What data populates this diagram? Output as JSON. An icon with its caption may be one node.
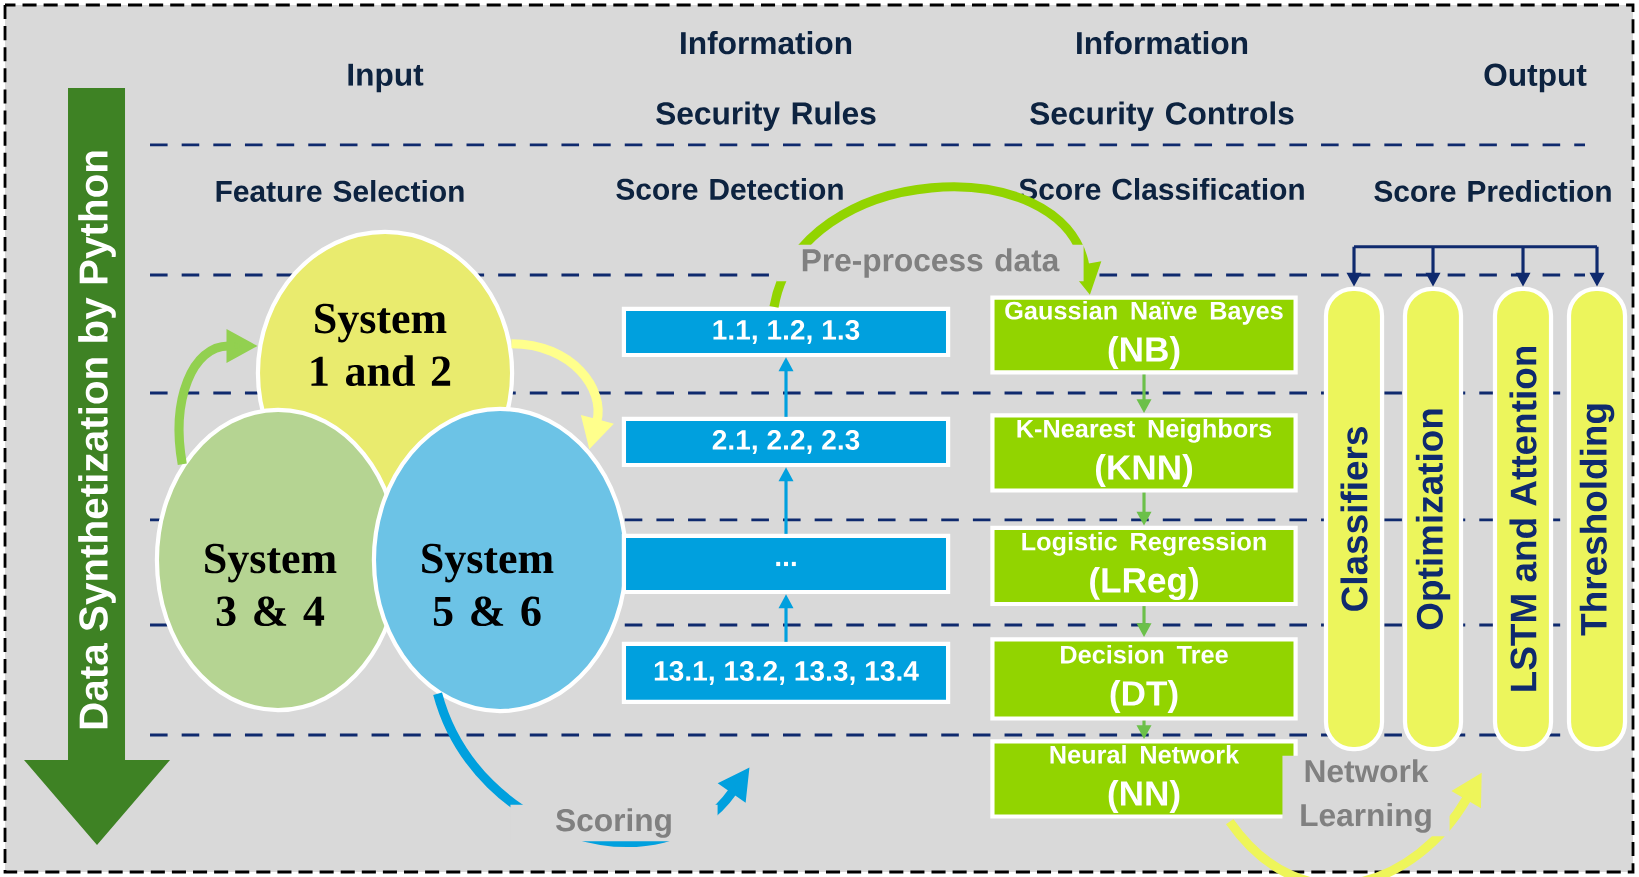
{
  "diagram": {
    "nodes": [
      {
        "text": [
          "Data Synthetization by Python"
        ]
      },
      {
        "text": [
          "System 1 and 2"
        ]
      },
      {
        "text": [
          "System 3 & 4"
        ]
      },
      {
        "text": [
          "System 5 & 6"
        ]
      },
      {
        "text": [
          "1.1, 1.2, 1.3"
        ]
      },
      {
        "text": [
          "2.1, 2.2, 2.3"
        ]
      },
      {
        "text": [
          "..."
        ]
      },
      {
        "text": [
          "13.1, 13.2, 13.3, 13.4"
        ]
      },
      {
        "text": [
          "Gaussian Naïve Bayes",
          "(NB)"
        ]
      },
      {
        "text": [
          "K-Nearest Neighbors",
          "(KNN)"
        ]
      },
      {
        "text": [
          "Logistic Regression",
          "(LReg)"
        ]
      },
      {
        "text": [
          "Decision Tree",
          "(DT)"
        ]
      },
      {
        "text": [
          "Neural Network",
          "(NN)"
        ]
      },
      {
        "text": [
          "Classifiers"
        ]
      },
      {
        "text": [
          "Optimization"
        ]
      },
      {
        "text": [
          "LSTM and Attention"
        ]
      },
      {
        "text": [
          "Thresholding"
        ]
      }
    ],
    "edges": [
      {
        "from": 2,
        "to": 1,
        "arrow": "to",
        "style": "thick",
        "color": "#92d050"
      },
      {
        "from": 1,
        "to": 3,
        "arrow": "to",
        "style": "thick",
        "color": "#ffff8c"
      },
      {
        "from": 3,
        "to": 7,
        "arrow": "to",
        "label": "Scoring",
        "style": "thick",
        "color": "#00a0de"
      },
      {
        "from": 7,
        "to": 6,
        "arrow": "to",
        "color": "#00a0de"
      },
      {
        "from": 6,
        "to": 5,
        "arrow": "to",
        "color": "#00a0de"
      },
      {
        "from": 5,
        "to": 4,
        "arrow": "to",
        "color": "#00a0de"
      },
      {
        "from": 4,
        "to": 8,
        "arrow": "to",
        "label": "Pre-process data",
        "style": "thick",
        "color": "#92d400"
      },
      {
        "from": 8,
        "to": 9,
        "arrow": "to",
        "color": "#6cc04a"
      },
      {
        "from": 9,
        "to": 10,
        "arrow": "to",
        "color": "#6cc04a"
      },
      {
        "from": 10,
        "to": 11,
        "arrow": "to",
        "color": "#6cc04a"
      },
      {
        "from": 11,
        "to": 12,
        "arrow": "to",
        "color": "#6cc04a"
      },
      {
        "from": 12,
        "to": 14,
        "arrow": "to",
        "label": "Network Learning",
        "style": "thick",
        "color": "#eef55a"
      },
      {
        "from": null,
        "to": 13,
        "arrow": "to",
        "color": "#0f2a6e"
      },
      {
        "from": null,
        "to": 14,
        "arrow": "to",
        "color": "#0f2a6e"
      },
      {
        "from": null,
        "to": 15,
        "arrow": "to",
        "color": "#0f2a6e"
      },
      {
        "from": null,
        "to": 16,
        "arrow": "to",
        "color": "#0f2a6e"
      }
    ],
    "labels": [
      "Input",
      "Information Security Rules",
      "Information Security Controls",
      "Output",
      "Feature Selection",
      "Score Detection",
      "Score Classification",
      "Score Prediction"
    ]
  }
}
